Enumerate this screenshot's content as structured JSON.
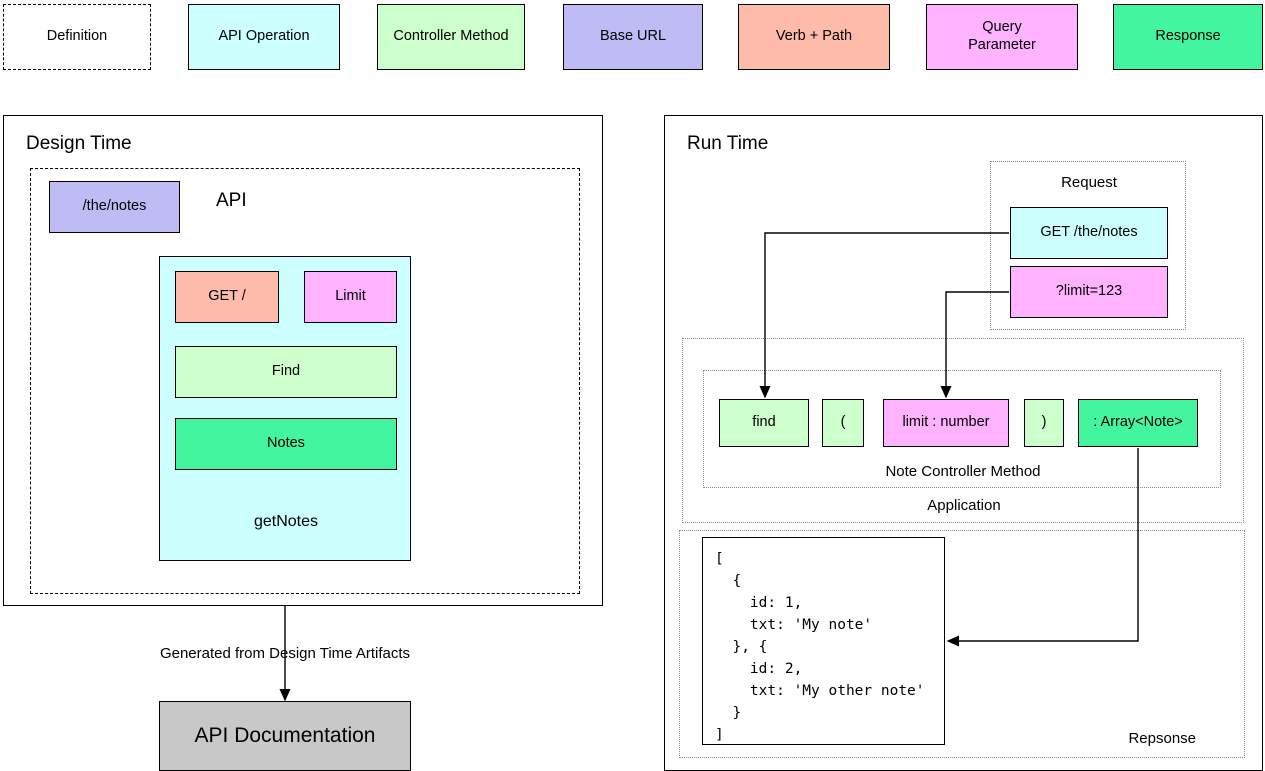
{
  "legend": {
    "items": [
      {
        "label": "Definition",
        "style": "dashed",
        "color": "#ffffff"
      },
      {
        "label": "API Operation",
        "style": "solid",
        "color": "#ccffff"
      },
      {
        "label": "Controller Method",
        "style": "solid",
        "color": "#ccffcc"
      },
      {
        "label": "Base URL",
        "style": "solid",
        "color": "#bfbcf5"
      },
      {
        "label": "Verb + Path",
        "style": "solid",
        "color": "#ffbbaa"
      },
      {
        "label": "Query\nParameter",
        "style": "solid",
        "color": "#ffb3ff"
      },
      {
        "label": "Response",
        "style": "solid",
        "color": "#44f5a0"
      }
    ],
    "item_labels": {
      "definition": "Definition",
      "api_operation": "API Operation",
      "controller_method": "Controller Method",
      "base_url": "Base URL",
      "verb_path": "Verb + Path",
      "query_parameter_line1": "Query",
      "query_parameter_line2": "Parameter",
      "response": "Response"
    }
  },
  "design_time": {
    "title": "Design Time",
    "api_label": "API",
    "base_url_box": "/the/notes",
    "operation": {
      "name": "getNotes",
      "verb_path": "GET /",
      "query_param": "Limit",
      "controller_method": "Find",
      "response_type": "Notes"
    },
    "generated_note": "Generated from Design Time Artifacts",
    "documentation_box": "API Documentation"
  },
  "run_time": {
    "title": "Run Time",
    "request": {
      "label": "Request",
      "url_box": "GET /the/notes",
      "query_box": "?limit=123"
    },
    "application": {
      "label": "Application",
      "controller_label": "Note Controller Method",
      "tokens": [
        {
          "text": "find",
          "color": "#ccffcc"
        },
        {
          "text": "(",
          "color": "#ccffcc"
        },
        {
          "text": "limit : number",
          "color": "#ffb3ff"
        },
        {
          "text": ")",
          "color": "#ccffcc"
        },
        {
          "text": ": Array<Note>",
          "color": "#44f5a0"
        }
      ]
    },
    "response": {
      "label": "Repsonse",
      "payload": "[\n  {\n    id: 1,\n    txt: 'My note'\n  }, {\n    id: 2,\n    txt: 'My other note'\n  }\n]"
    }
  },
  "colors": {
    "cyan": "#ccffff",
    "light_green": "#ccffcc",
    "mint_green": "#44f5a0",
    "purple": "#bfbcf5",
    "salmon": "#ffbbaa",
    "pink": "#ffb3ff",
    "grey": "#c8c8c8",
    "stroke": "#000000",
    "dotted_stroke": "#8a8a8a"
  }
}
